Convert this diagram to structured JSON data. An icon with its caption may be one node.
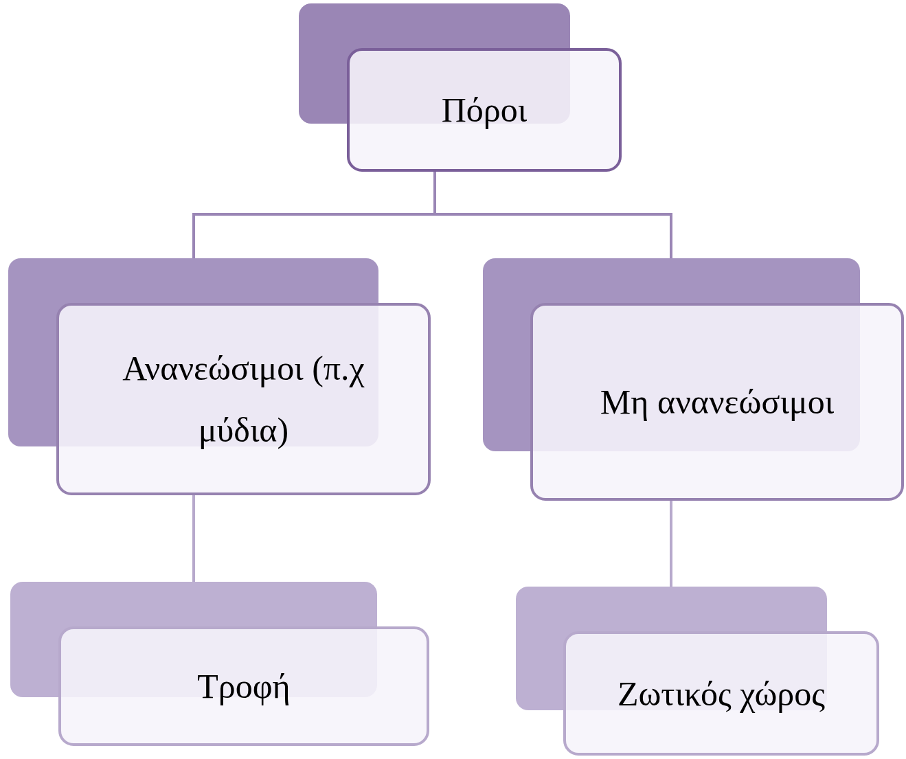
{
  "diagram": {
    "nodes": [
      {
        "text": [
          "Πόροι"
        ]
      },
      {
        "text": [
          "Ανανεώσιμοι (π.χ μύδια)"
        ]
      },
      {
        "text": [
          "Μη ανανεώσιμοι"
        ]
      },
      {
        "text": [
          "Τροφή"
        ]
      },
      {
        "text": [
          "Ζωτικός χώρος"
        ]
      }
    ],
    "edges": [
      {
        "from": 0,
        "to": 1,
        "arrow": "none"
      },
      {
        "from": 0,
        "to": 2,
        "arrow": "none"
      },
      {
        "from": 1,
        "to": 3,
        "arrow": "none"
      },
      {
        "from": 2,
        "to": 4,
        "arrow": "none"
      }
    ]
  }
}
